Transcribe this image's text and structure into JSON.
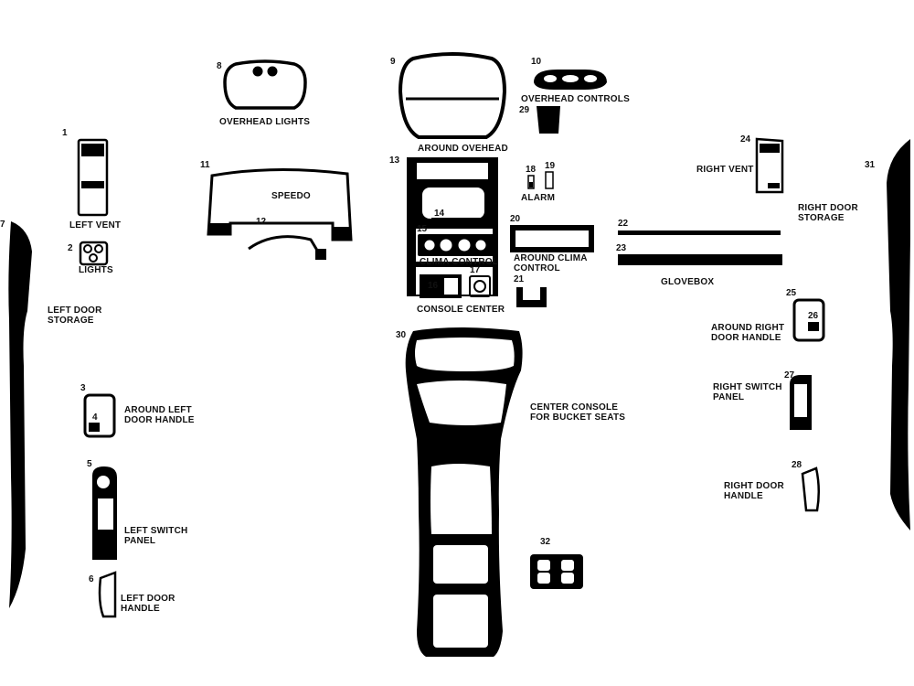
{
  "parts": [
    {
      "num": "1",
      "label": "LEFT VENT"
    },
    {
      "num": "2",
      "label": "LIGHTS"
    },
    {
      "num": "3",
      "label": "AROUND LEFT DOOR HANDLE"
    },
    {
      "num": "4",
      "label": ""
    },
    {
      "num": "5",
      "label": "LEFT SWITCH PANEL"
    },
    {
      "num": "6",
      "label": "LEFT DOOR HANDLE"
    },
    {
      "num": "7",
      "label": "LEFT DOOR STORAGE"
    },
    {
      "num": "8",
      "label": "OVERHEAD LIGHTS"
    },
    {
      "num": "9",
      "label": "AROUND OVEHEAD"
    },
    {
      "num": "10",
      "label": "OVERHEAD CONTROLS"
    },
    {
      "num": "11",
      "label": "SPEEDO"
    },
    {
      "num": "12",
      "label": ""
    },
    {
      "num": "13",
      "label": "CONSOLE CENTER"
    },
    {
      "num": "14",
      "label": ""
    },
    {
      "num": "15",
      "label": "CLIMA CONTROL"
    },
    {
      "num": "16",
      "label": ""
    },
    {
      "num": "17",
      "label": ""
    },
    {
      "num": "18",
      "label": "ALARM"
    },
    {
      "num": "19",
      "label": ""
    },
    {
      "num": "20",
      "label": "AROUND CLIMA CONTROL"
    },
    {
      "num": "21",
      "label": ""
    },
    {
      "num": "22",
      "label": ""
    },
    {
      "num": "23",
      "label": "GLOVEBOX"
    },
    {
      "num": "24",
      "label": "RIGHT VENT"
    },
    {
      "num": "25",
      "label": "AROUND RIGHT DOOR HANDLE"
    },
    {
      "num": "26",
      "label": ""
    },
    {
      "num": "27",
      "label": "RIGHT SWITCH PANEL"
    },
    {
      "num": "28",
      "label": "RIGHT DOOR HANDLE"
    },
    {
      "num": "29",
      "label": ""
    },
    {
      "num": "30",
      "label": "CENTER CONSOLE FOR BUCKET SEATS"
    },
    {
      "num": "31",
      "label": "RIGHT DOOR STORAGE"
    },
    {
      "num": "32",
      "label": ""
    }
  ],
  "colors": {
    "outline": "#000000",
    "fill": "#000000",
    "background": "#ffffff"
  }
}
